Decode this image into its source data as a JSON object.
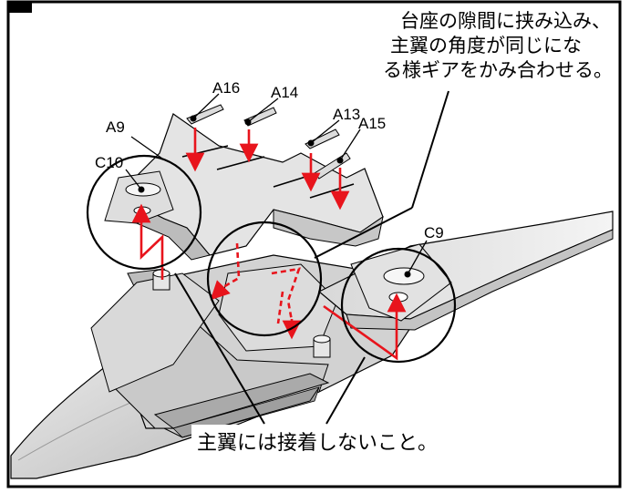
{
  "labels": {
    "a16": "A16",
    "a14": "A14",
    "a13": "A13",
    "a15": "A15",
    "a9": "A9",
    "c10": "C10",
    "c9": "C9"
  },
  "notes": {
    "top_line1": "台座の隙間に挟み込み、",
    "top_line2": "主翼の角度が同じにな",
    "top_line3": "る様ギアをかみ合わせる。",
    "bottom": "主翼には接着しないこと。"
  },
  "colors": {
    "arrow": "#e8141c",
    "part_fill": "#e3e3e3",
    "part_dark": "#bdbdbd",
    "outline": "#000000"
  }
}
